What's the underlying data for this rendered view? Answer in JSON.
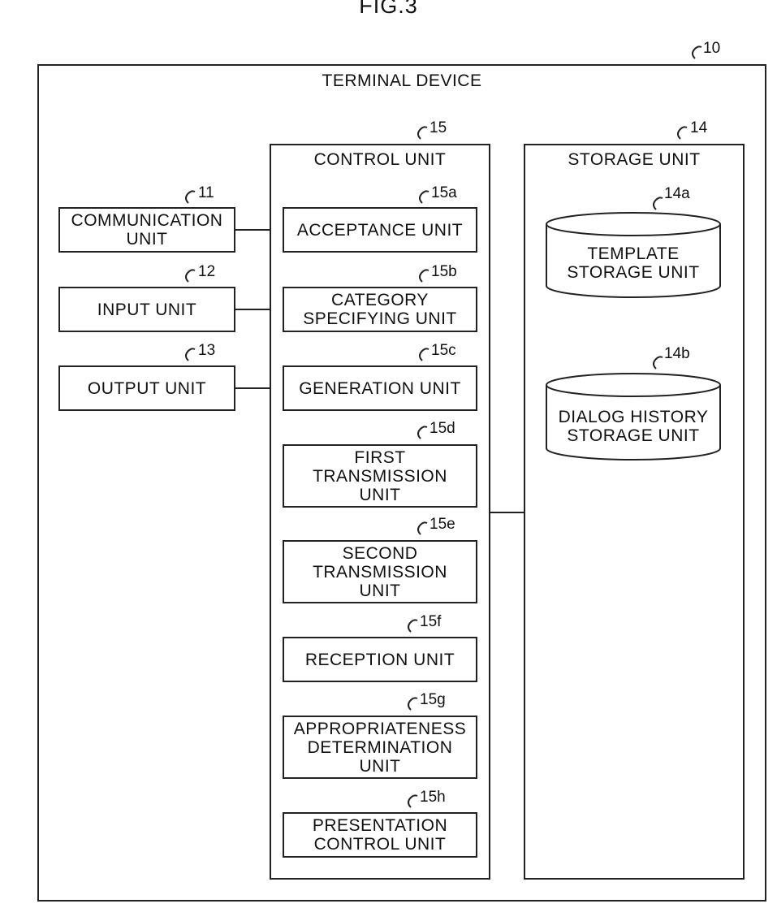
{
  "figure": {
    "title": "FIG.3"
  },
  "terminal_device": {
    "ref": "10",
    "label": "TERMINAL DEVICE"
  },
  "left_units": [
    {
      "ref": "11",
      "label": "COMMUNICATION\nUNIT"
    },
    {
      "ref": "12",
      "label": "INPUT UNIT"
    },
    {
      "ref": "13",
      "label": "OUTPUT UNIT"
    }
  ],
  "control_unit": {
    "ref": "15",
    "label": "CONTROL UNIT",
    "subunits": [
      {
        "ref": "15a",
        "label": "ACCEPTANCE UNIT"
      },
      {
        "ref": "15b",
        "label": "CATEGORY\nSPECIFYING UNIT"
      },
      {
        "ref": "15c",
        "label": "GENERATION UNIT"
      },
      {
        "ref": "15d",
        "label": "FIRST\nTRANSMISSION\nUNIT"
      },
      {
        "ref": "15e",
        "label": "SECOND\nTRANSMISSION\nUNIT"
      },
      {
        "ref": "15f",
        "label": "RECEPTION UNIT"
      },
      {
        "ref": "15g",
        "label": "APPROPRIATENESS\nDETERMINATION\nUNIT"
      },
      {
        "ref": "15h",
        "label": "PRESENTATION\nCONTROL UNIT"
      }
    ]
  },
  "storage_unit": {
    "ref": "14",
    "label": "STORAGE UNIT",
    "databases": [
      {
        "ref": "14a",
        "label": "TEMPLATE\nSTORAGE UNIT"
      },
      {
        "ref": "14b",
        "label": "DIALOG HISTORY\nSTORAGE UNIT"
      }
    ]
  }
}
